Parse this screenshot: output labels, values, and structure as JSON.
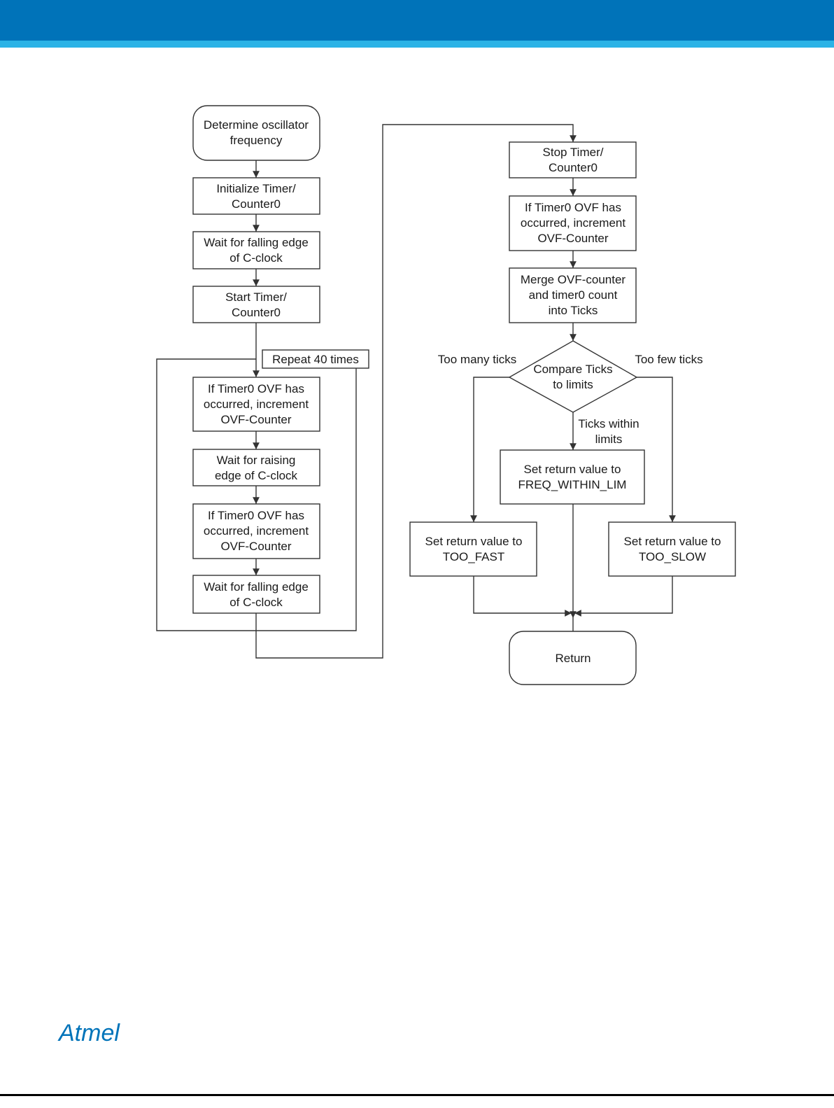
{
  "header": {
    "band_color": "#0073b9",
    "stripe_color": "#2bb3e6"
  },
  "flowchart": {
    "start": [
      "Determine oscillator",
      "frequency"
    ],
    "init_timer": [
      "Initialize Timer/",
      "Counter0"
    ],
    "wait_fall_1": [
      "Wait for falling edge",
      "of C-clock"
    ],
    "start_timer": [
      "Start Timer/",
      "Counter0"
    ],
    "repeat_label": "Repeat 40 times",
    "ovf_check_1": [
      "If Timer0 OVF has",
      "occurred, increment",
      "OVF-Counter"
    ],
    "wait_rise": [
      "Wait for raising",
      "edge of C-clock"
    ],
    "ovf_check_2": [
      "If Timer0 OVF has",
      "occurred, increment",
      "OVF-Counter"
    ],
    "wait_fall_2": [
      "Wait for falling edge",
      "of C-clock"
    ],
    "stop_timer": [
      "Stop Timer/",
      "Counter0"
    ],
    "ovf_check_3": [
      "If Timer0 OVF has",
      "occurred, increment",
      "OVF-Counter"
    ],
    "merge": [
      "Merge OVF-counter",
      "and timer0 count",
      "into Ticks"
    ],
    "compare": [
      "Compare Ticks",
      "to limits"
    ],
    "too_many_label": "Too many ticks",
    "too_few_label": "Too few ticks",
    "within_label": [
      "Ticks within",
      "limits"
    ],
    "set_within": [
      "Set return value to",
      "FREQ_WITHIN_LIM"
    ],
    "set_fast": [
      "Set return value to",
      "TOO_FAST"
    ],
    "set_slow": [
      "Set return value to",
      "TOO_SLOW"
    ],
    "return": "Return"
  },
  "footer": {
    "logo_text": "Atmel",
    "logo_color": "#0073b9"
  }
}
